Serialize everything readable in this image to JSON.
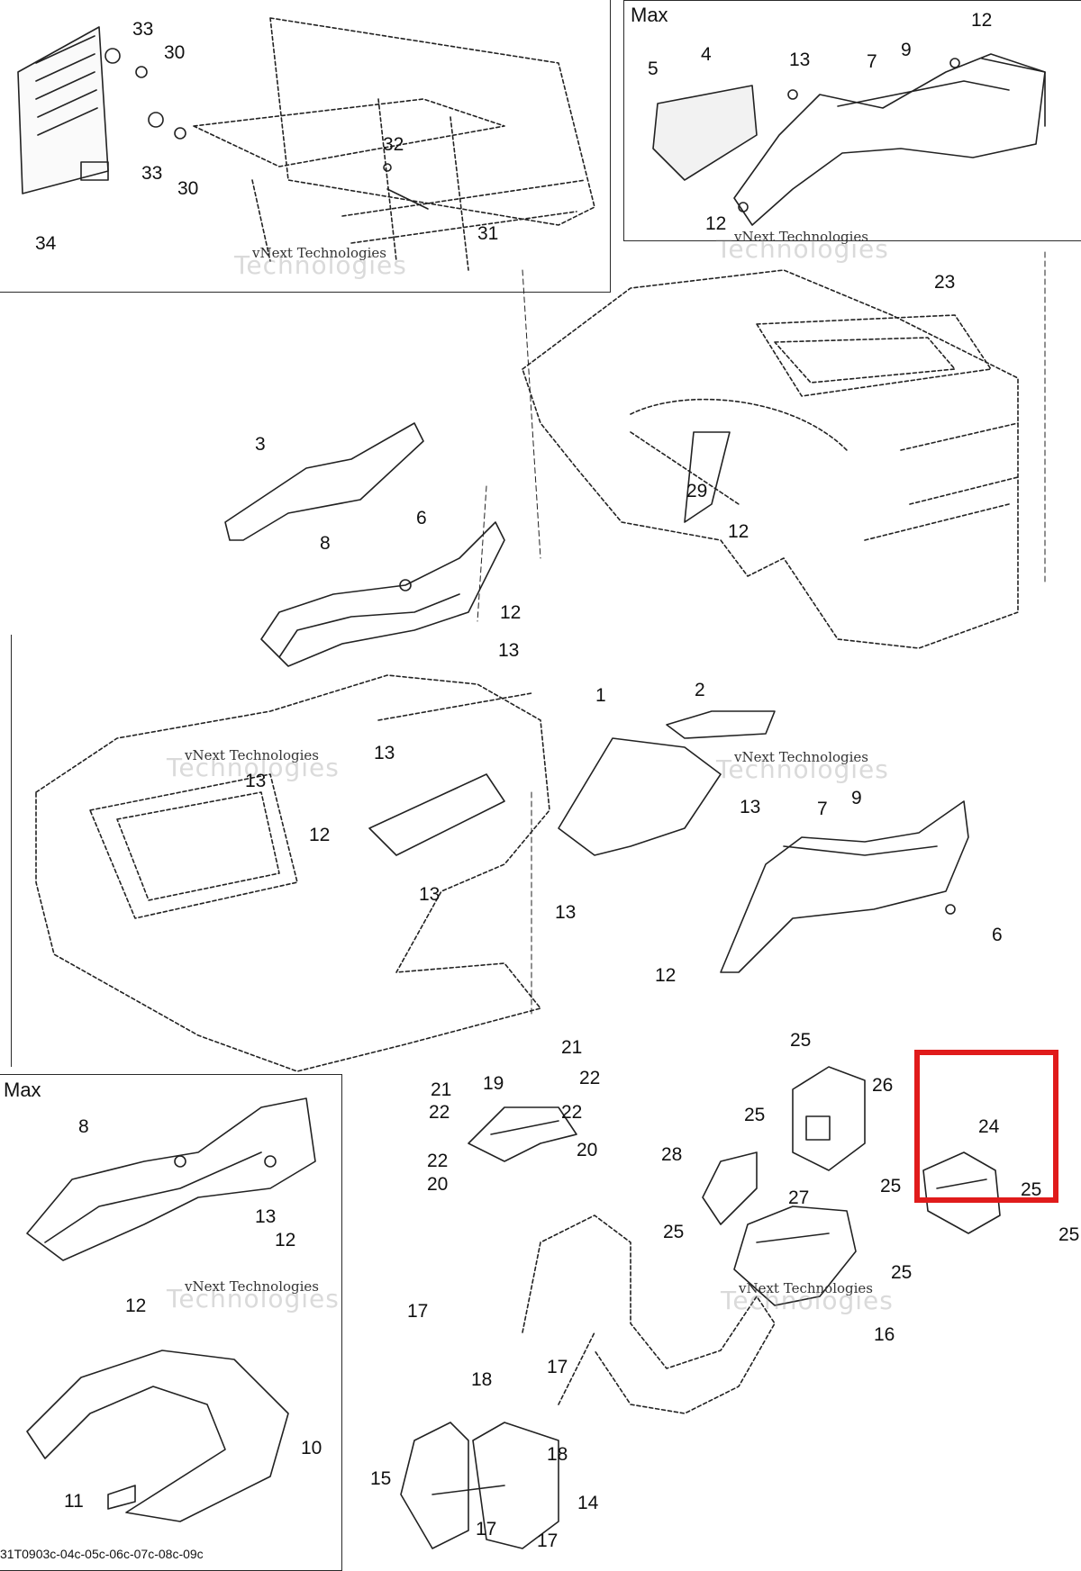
{
  "panels": {
    "top_right_label": "Max",
    "bottom_left_label": "Max"
  },
  "watermark": {
    "line1": "vNext Technologies",
    "line2": "Technologies"
  },
  "footer_code": "31T0903c-04c-05c-06c-07c-08c-09c",
  "highlight": {
    "part": "24",
    "color": "#e01b1b"
  },
  "callouts": {
    "c33a": "33",
    "c30a": "30",
    "c33b": "33",
    "c30b": "30",
    "c32": "32",
    "c31": "31",
    "c34": "34",
    "m5": "5",
    "m4": "4",
    "m13": "13",
    "m7": "7",
    "m9": "9",
    "m12a": "12",
    "m12b": "12",
    "c23": "23",
    "c3": "3",
    "c6a": "6",
    "c8": "8",
    "c12a": "12",
    "c13a": "13",
    "c29": "29",
    "c12b": "12",
    "c13b": "13",
    "c13c": "13",
    "c12c": "12",
    "c13d": "13",
    "c13e": "13",
    "c2": "2",
    "c1": "1",
    "c13f": "13",
    "c7": "7",
    "c9": "9",
    "c6b": "6",
    "c12d": "12",
    "c21a": "21",
    "c21b": "21",
    "c22a": "22",
    "c19": "19",
    "c22b": "22",
    "c22c": "22",
    "c20a": "20",
    "c22d": "22",
    "c20b": "20",
    "c25a": "25",
    "c26": "26",
    "c25b": "25",
    "c24": "24",
    "c28": "28",
    "c27": "27",
    "c25c": "25",
    "c25d": "25",
    "c25e": "25",
    "c25f": "25",
    "c25g": "25",
    "c16": "16",
    "b8": "8",
    "b13": "13",
    "b12a": "12",
    "b12b": "12",
    "b10": "10",
    "b11": "11",
    "c17a": "17",
    "c18a": "18",
    "c17b": "17",
    "c18b": "18",
    "c15": "15",
    "c14": "14",
    "c17c": "17",
    "c17d": "17"
  }
}
